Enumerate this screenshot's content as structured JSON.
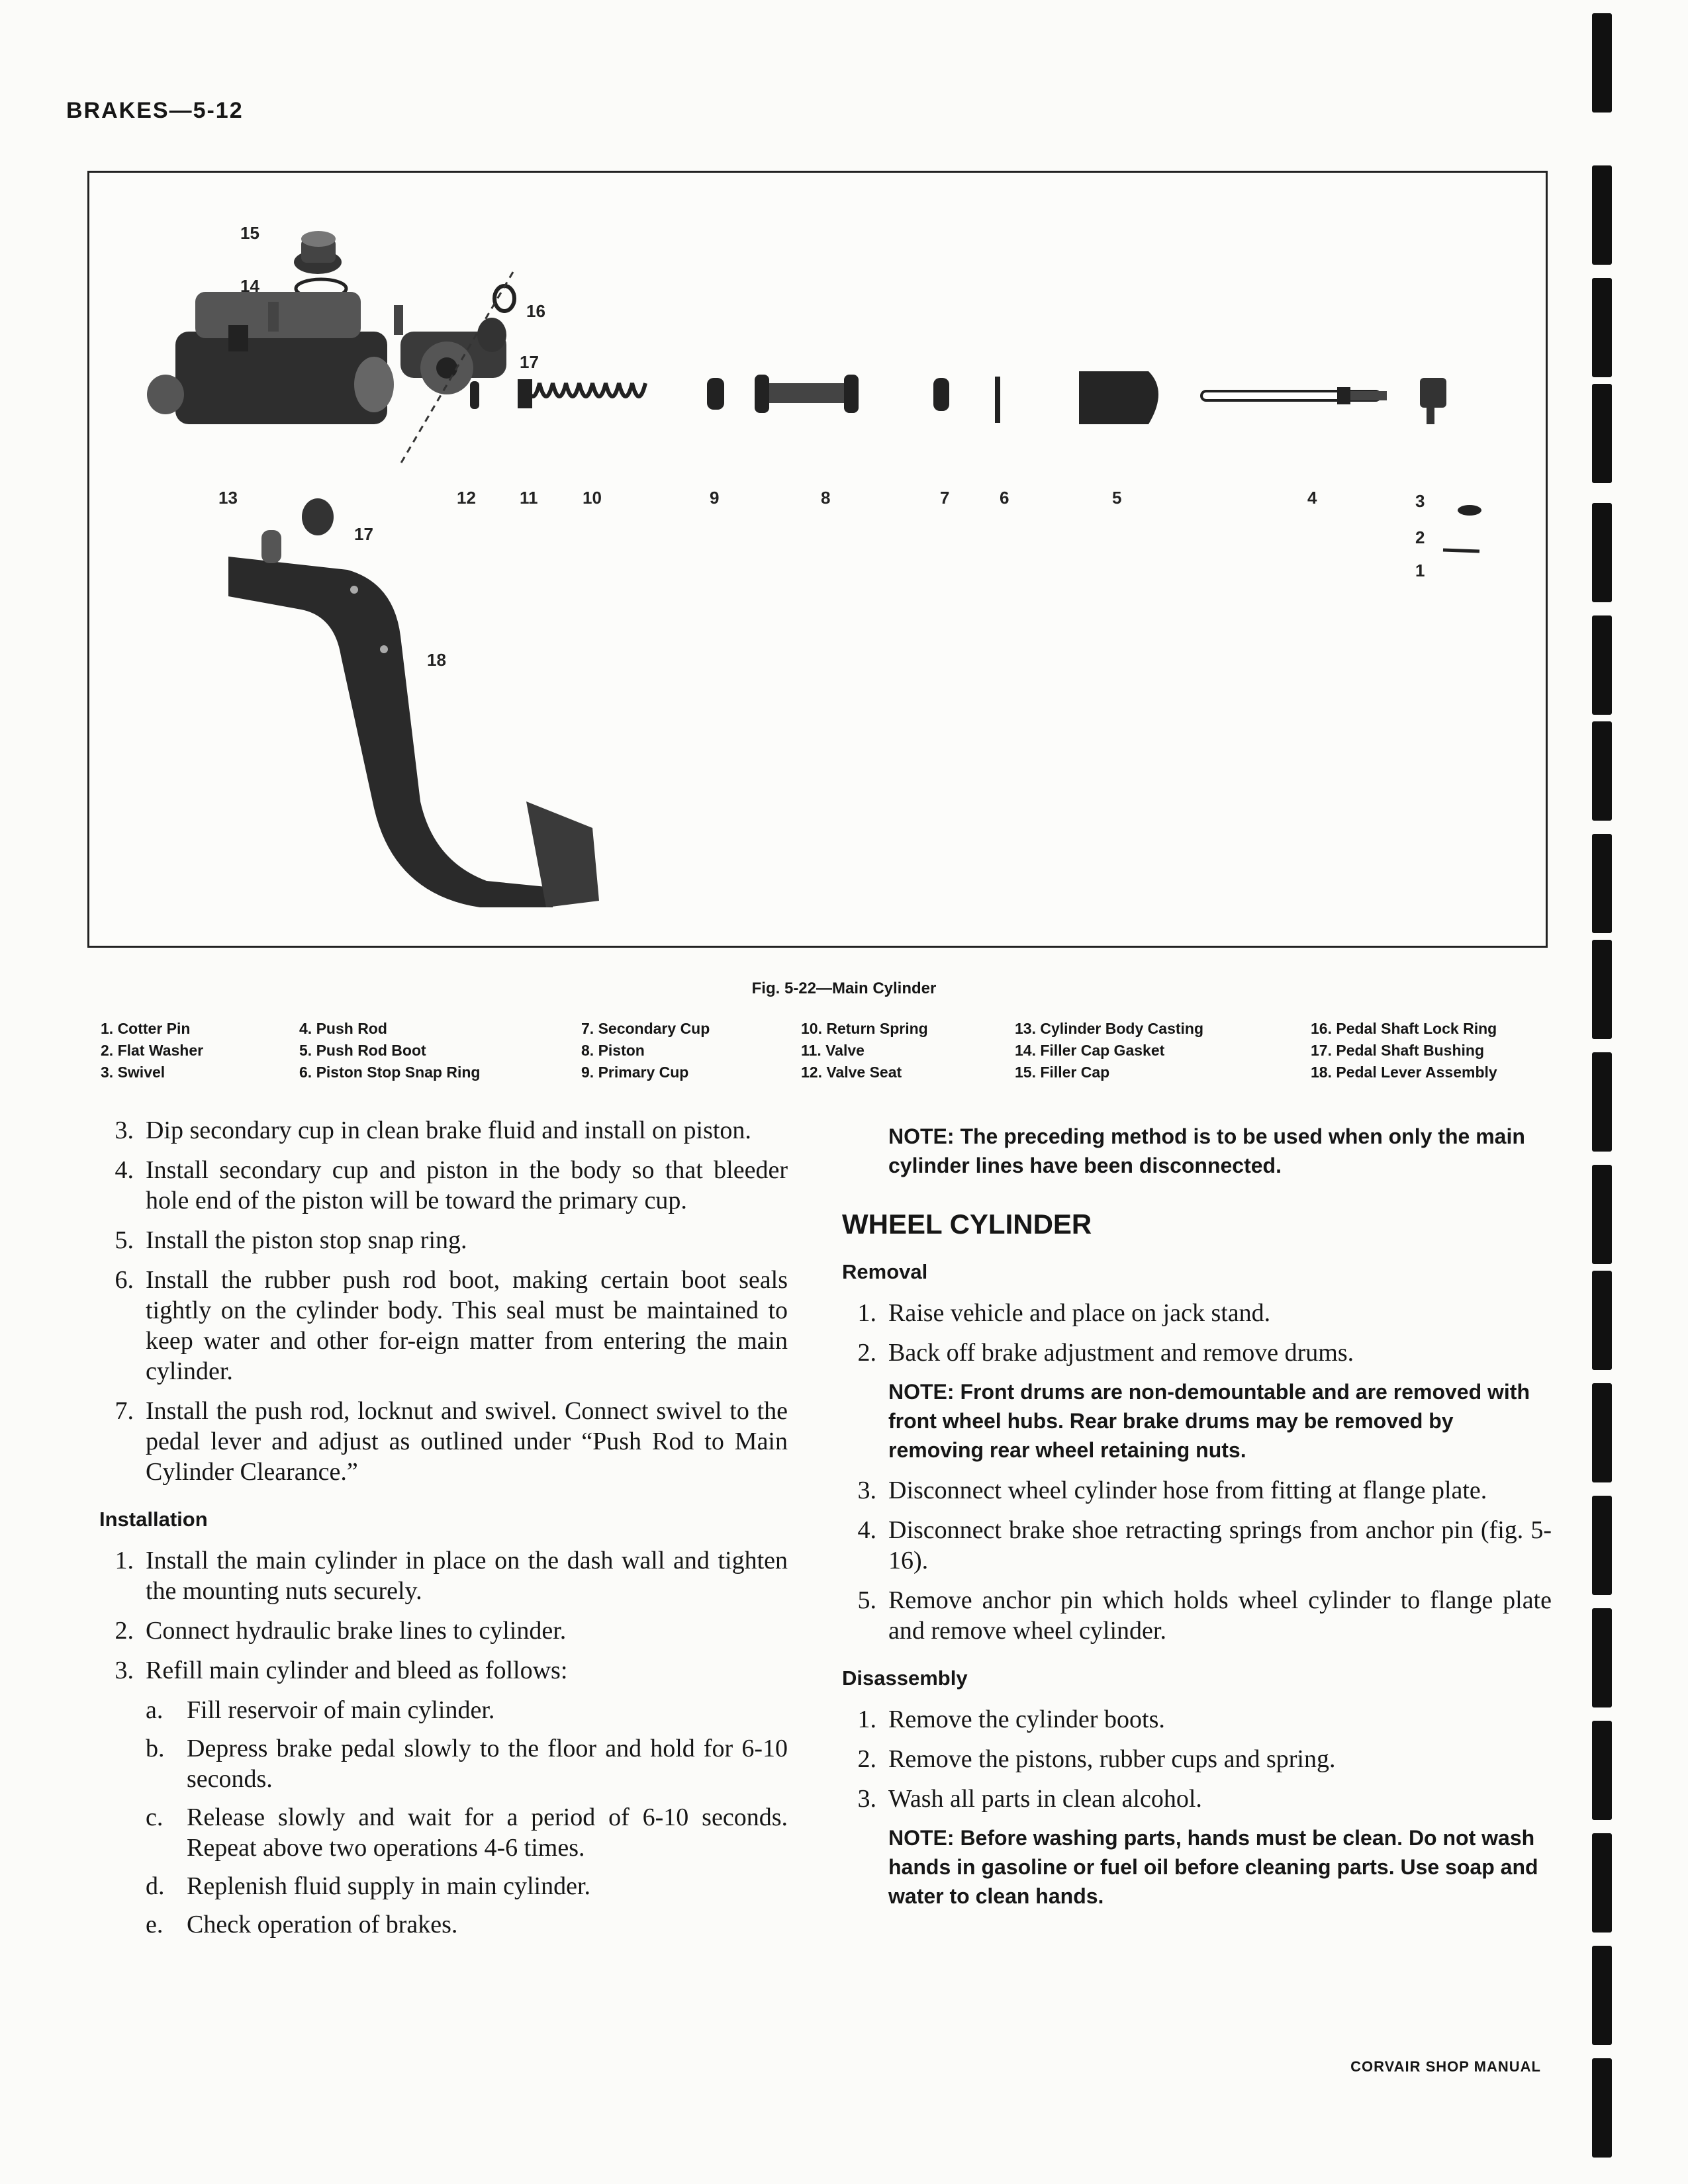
{
  "header": {
    "title": "BRAKES—5-12"
  },
  "figure": {
    "caption": "Fig. 5-22—Main Cylinder",
    "callouts": [
      "15",
      "14",
      "16",
      "17",
      "13",
      "12",
      "11",
      "10",
      "9",
      "8",
      "7",
      "6",
      "5",
      "4",
      "3",
      "2",
      "1",
      "17",
      "18"
    ]
  },
  "legend": [
    [
      "1. Cotter Pin",
      "2. Flat Washer",
      "3. Swivel"
    ],
    [
      "4. Push Rod",
      "5. Push Rod Boot",
      "6. Piston Stop Snap Ring"
    ],
    [
      "7. Secondary Cup",
      "8. Piston",
      "9. Primary Cup"
    ],
    [
      "10. Return Spring",
      "11. Valve",
      "12. Valve Seat"
    ],
    [
      "13. Cylinder Body Casting",
      "14. Filler Cap Gasket",
      "15. Filler Cap"
    ],
    [
      "16. Pedal Shaft Lock Ring",
      "17. Pedal Shaft Bushing",
      "18. Pedal Lever Assembly"
    ]
  ],
  "left": {
    "steps": [
      {
        "n": "3.",
        "t": "Dip secondary cup in clean brake fluid and install on piston."
      },
      {
        "n": "4.",
        "t": "Install secondary cup and piston in the body so that bleeder hole end of the piston will be toward the primary cup."
      },
      {
        "n": "5.",
        "t": "Install the piston stop snap ring."
      },
      {
        "n": "6.",
        "t": "Install the rubber push rod boot, making certain boot seals tightly on the cylinder body. This seal must be maintained to keep water and other for-eign matter from entering the main cylinder."
      },
      {
        "n": "7.",
        "t": "Install the push rod, locknut and swivel. Connect swivel to the pedal lever and adjust as outlined under “Push Rod to Main Cylinder Clearance.”"
      }
    ],
    "installation_heading": "Installation",
    "install": [
      {
        "n": "1.",
        "t": "Install the main cylinder in place on the dash wall and tighten the mounting nuts securely."
      },
      {
        "n": "2.",
        "t": "Connect hydraulic brake lines to cylinder."
      },
      {
        "n": "3.",
        "t": "Refill main cylinder and bleed as follows:"
      }
    ],
    "bleed": [
      {
        "n": "a.",
        "t": "Fill reservoir of main cylinder."
      },
      {
        "n": "b.",
        "t": "Depress brake pedal slowly to the floor and hold for 6-10 seconds."
      },
      {
        "n": "c.",
        "t": "Release slowly and wait for a period of 6-10 seconds. Repeat above two operations 4-6 times."
      },
      {
        "n": "d.",
        "t": "Replenish fluid supply in main cylinder."
      },
      {
        "n": "e.",
        "t": "Check operation of brakes."
      }
    ]
  },
  "right": {
    "note1": "NOTE: The preceding method is to be used when only the main cylinder lines have been disconnected.",
    "heading": "WHEEL CYLINDER",
    "removal_heading": "Removal",
    "removal1": [
      {
        "n": "1.",
        "t": "Raise vehicle and place on jack stand."
      },
      {
        "n": "2.",
        "t": "Back off brake adjustment and remove drums."
      }
    ],
    "note2": "NOTE: Front drums are non-demountable and are removed with front wheel hubs. Rear brake drums may be removed by removing rear wheel retaining nuts.",
    "removal2": [
      {
        "n": "3.",
        "t": "Disconnect wheel cylinder hose from fitting at flange plate."
      },
      {
        "n": "4.",
        "t": "Disconnect brake shoe retracting springs from anchor pin (fig. 5-16)."
      },
      {
        "n": "5.",
        "t": "Remove anchor pin which holds wheel cylinder to flange plate and remove wheel cylinder."
      }
    ],
    "disassembly_heading": "Disassembly",
    "disassembly": [
      {
        "n": "1.",
        "t": "Remove the cylinder boots."
      },
      {
        "n": "2.",
        "t": "Remove the pistons, rubber cups and spring."
      },
      {
        "n": "3.",
        "t": "Wash all parts in clean alcohol."
      }
    ],
    "note3": "NOTE: Before washing parts, hands must be clean. Do not wash hands in gasoline or fuel oil before cleaning parts. Use soap and water to clean hands."
  },
  "footer": "CORVAIR SHOP MANUAL"
}
